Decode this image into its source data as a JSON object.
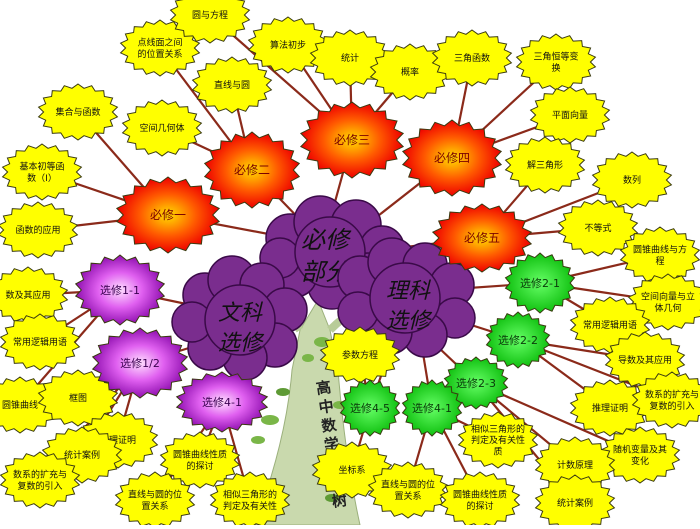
{
  "center": {
    "core": "必修部分",
    "core_line1": "必修",
    "core_line2": "部分",
    "arts": "文科选修",
    "arts_line1": "文科",
    "arts_line2": "选修",
    "science": "理科选修",
    "science_line1": "理科",
    "science_line2": "选修"
  },
  "trunk_title": "高中数学知识树",
  "compulsory_modules": [
    {
      "label": "必修一",
      "topics": [
        "集合与函数",
        "基本初等函数（Ⅰ）",
        "函数的应用"
      ]
    },
    {
      "label": "必修二",
      "topics": [
        "点线面之间的位置关系",
        "直线与圆",
        "空间几何体"
      ]
    },
    {
      "label": "必修三",
      "topics": [
        "算法初步",
        "统计",
        "概率",
        "圆与方程"
      ]
    },
    {
      "label": "必修四",
      "topics": [
        "三角函数",
        "三角恒等变换",
        "平面向量"
      ]
    },
    {
      "label": "必修五",
      "topics": [
        "解三角形",
        "数列",
        "不等式"
      ]
    }
  ],
  "arts_modules": [
    {
      "label": "选修1-1",
      "topics": [
        "数及其应用",
        "常用逻辑用语",
        "圆锥曲线"
      ]
    },
    {
      "label": "选修1/2",
      "topics": [
        "框图",
        "推理证明",
        "统计案例",
        "数系的扩充与复数的引入"
      ]
    },
    {
      "label": "选修4-1",
      "topics": [
        "圆锥曲线性质的探讨",
        "直线与圆的位置关系",
        "相似三角形的判定及有关性"
      ]
    }
  ],
  "science_modules": [
    {
      "label": "选修2-1",
      "topics": [
        "圆锥曲线与方程",
        "空间向量与立体几何",
        "常用逻辑用语"
      ]
    },
    {
      "label": "选修2-2",
      "topics": [
        "导数及其应用",
        "推理证明",
        "数系的扩充与复数的引入"
      ]
    },
    {
      "label": "选修2-3",
      "topics": [
        "随机变量及其变化",
        "计数原理",
        "统计案例"
      ]
    },
    {
      "label": "选修4-5",
      "topics": [
        "参数方程",
        "坐标系"
      ]
    },
    {
      "label": "选修4-1",
      "topics": [
        "相似三角形的判定及有关性质",
        "直线与圆的位置关系",
        "圆锥曲线性质的探讨"
      ]
    }
  ],
  "colors": {
    "topic_fill": "#ffff00",
    "topic_stroke": "#333300",
    "compulsory_fill": "#ff2200",
    "arts_fill": "#d030e0",
    "science_fill": "#22e022",
    "cloud_fill": "#7a2d8e",
    "branch": "#8b2a1a",
    "trunk": "#c8d8a8",
    "leaf": "#7ab648"
  }
}
